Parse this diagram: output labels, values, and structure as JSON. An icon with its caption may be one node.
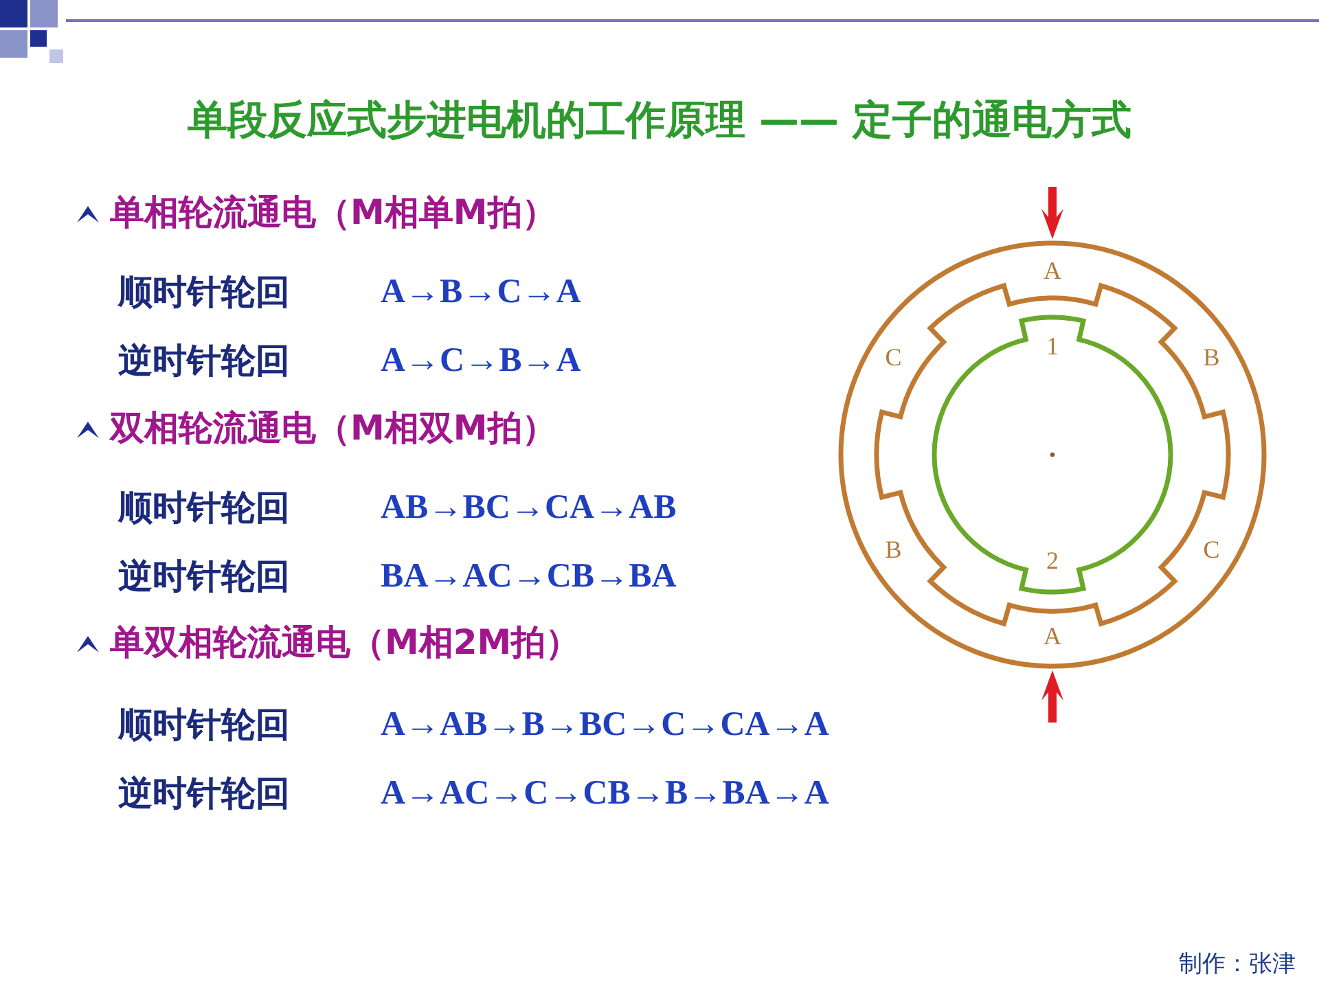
{
  "diagram": {
    "title": "单段反应式步进电机的工作原理 —— 定子的通电方式",
    "labels": [
      "单相轮流通电（M相单M拍）",
      "顺时针轮回",
      "A→B→C→A",
      "逆时针轮回",
      "A→C→B→A",
      "双相轮流通电（M相双M拍）",
      "顺时针轮回",
      "AB→BC→CA→AB",
      "逆时针轮回",
      "BA→AC→CB→BA",
      "单双相轮流通电（M相2M拍）",
      "顺时针轮回",
      "A→AB→B→BC→C→CA→A",
      "逆时针轮回",
      "A→AC→C→CB→B→BA→A",
      "A",
      "1",
      "C",
      "B",
      "B",
      "C",
      "2",
      "A",
      "制作：张津"
    ]
  }
}
